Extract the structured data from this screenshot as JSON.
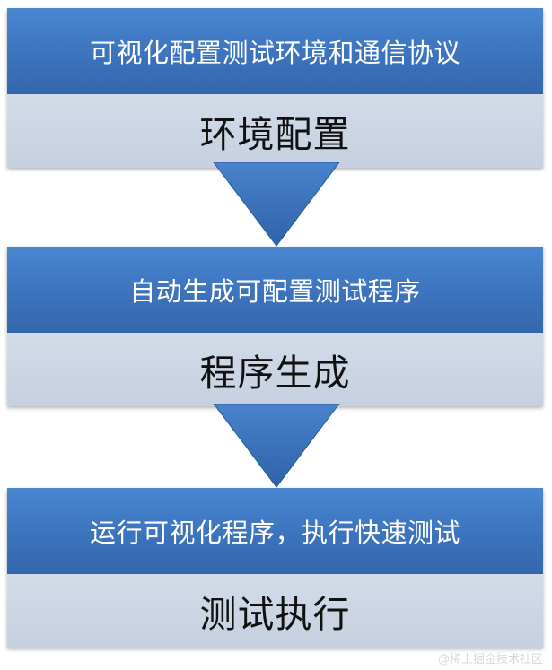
{
  "steps": [
    {
      "header": "可视化配置测试环境和通信协议",
      "body": "环境配置"
    },
    {
      "header": "自动生成可配置测试程序",
      "body": "程序生成"
    },
    {
      "header": "运行可视化程序，执行快速测试",
      "body": "测试执行"
    }
  ],
  "colors": {
    "header_blue": "#3c73bd",
    "body_gray_blue": "#c6d0e0",
    "arrow_blue": "#3a6fb9"
  },
  "watermark": "@稀土掘金技术社区"
}
